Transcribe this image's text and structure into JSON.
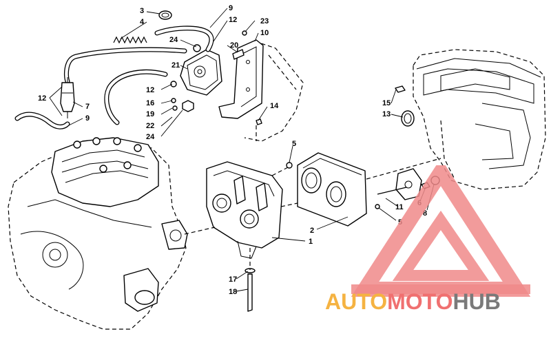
{
  "diagram": {
    "callouts": [
      "3",
      "4",
      "9",
      "12",
      "23",
      "10",
      "24",
      "20",
      "21",
      "12",
      "7",
      "9",
      "12",
      "16",
      "19",
      "22",
      "24",
      "14",
      "15",
      "13",
      "5",
      "2",
      "1",
      "11",
      "6",
      "8",
      "5",
      "17",
      "18"
    ]
  },
  "watermark": {
    "parts": [
      "AUTO",
      "MOTO",
      "HUB"
    ],
    "colors": {
      "auto": "#f5b342",
      "moto": "#f07070",
      "hub": "#7a7a7a",
      "triangle": "#f08a8a"
    }
  }
}
